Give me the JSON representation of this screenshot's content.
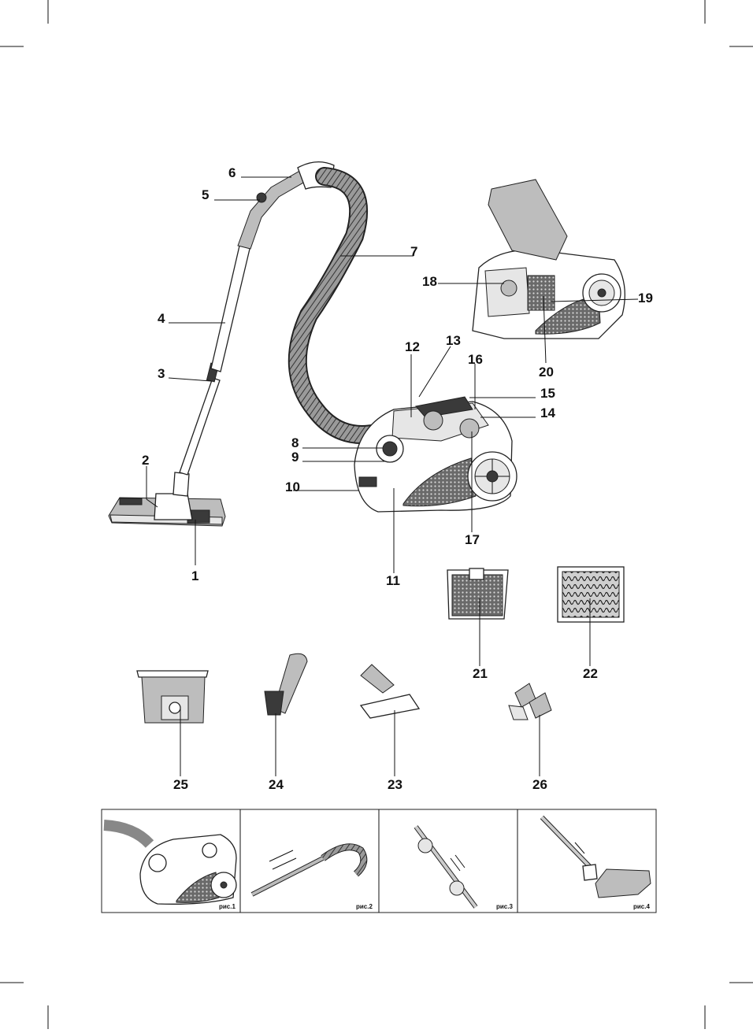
{
  "labels": {
    "n1": "1",
    "n2": "2",
    "n3": "3",
    "n4": "4",
    "n5": "5",
    "n6": "6",
    "n7": "7",
    "n8": "8",
    "n9": "9",
    "n10": "10",
    "n11": "11",
    "n12": "12",
    "n13": "13",
    "n14": "14",
    "n15": "15",
    "n16": "16",
    "n17": "17",
    "n18": "18",
    "n19": "19",
    "n20": "20",
    "n21": "21",
    "n22": "22",
    "n23": "23",
    "n24": "24",
    "n25": "25",
    "n26": "26"
  },
  "figures": {
    "f1": "рис.1",
    "f2": "рис.2",
    "f3": "рис.3",
    "f4": "рис.4"
  }
}
